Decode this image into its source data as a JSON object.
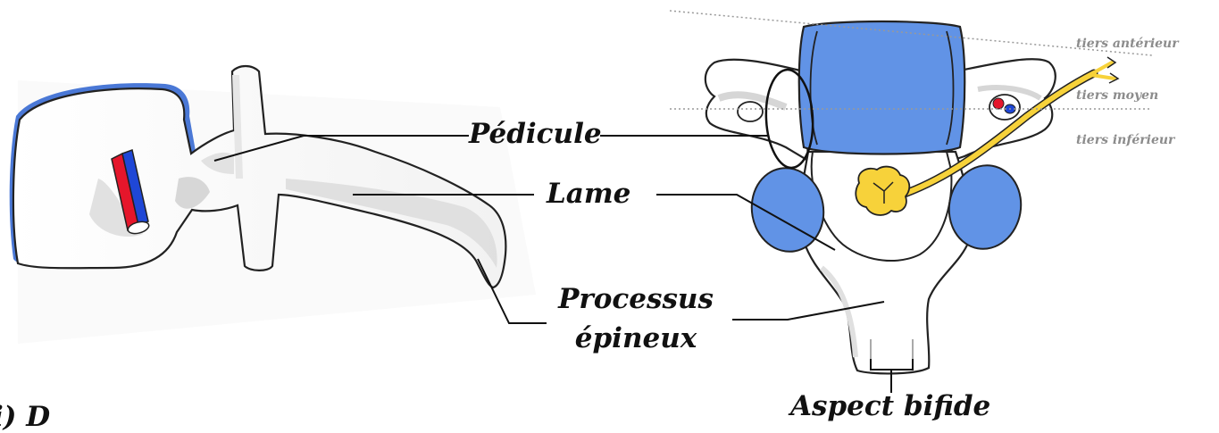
{
  "labels": {
    "pedicule": "Pédicule",
    "lame": "Lame",
    "processus_line1": "Processus",
    "processus_line2": "épineux",
    "aspect_bifide": "Aspect bifide",
    "partial_heading": "i) D"
  },
  "thirds": {
    "anterieur": "tiers antérieur",
    "moyen": "tiers moyen",
    "inferieur": "tiers inférieur"
  },
  "colors": {
    "body_blue": "#6193e6",
    "bone": "#ffffff",
    "shade": "#d6d6d6",
    "artery_red": "#e5162b",
    "vein_blue": "#1f47d6",
    "nerve_yellow": "#f7d23a",
    "outline": "#222222",
    "faded_text": "#8c8c8c"
  }
}
